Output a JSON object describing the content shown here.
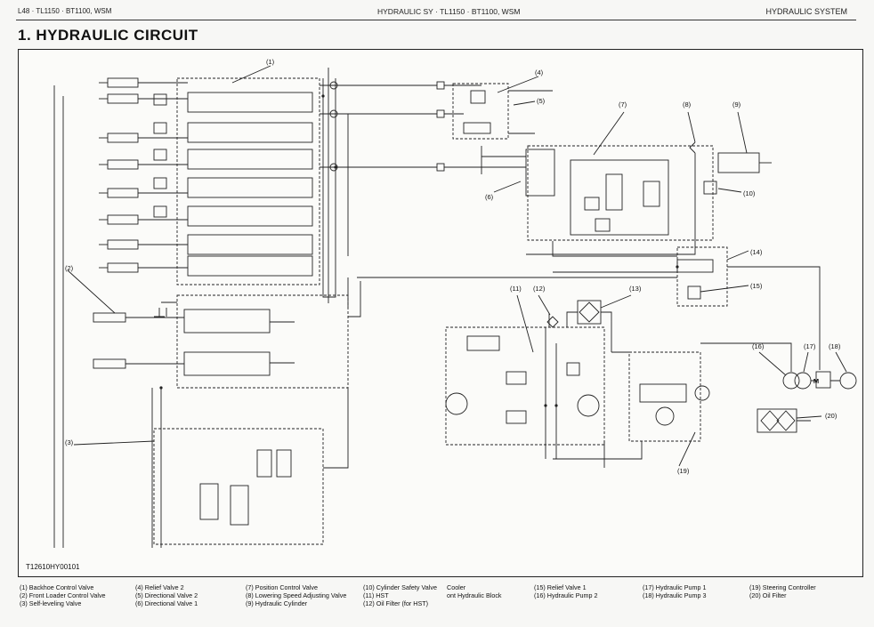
{
  "header": {
    "left": "L48 · TL1150 · BT1100, WSM",
    "center": "HYDRAULIC SY · TL1150 · BT1100, WSM",
    "right": "HYDRAULIC SYSTEM"
  },
  "section_title": "1. HYDRAULIC CIRCUIT",
  "diagram": {
    "figure_code": "T12610HY00101",
    "callouts": {
      "c1": "(1)",
      "c2": "(2)",
      "c3": "(3)",
      "c4": "(4)",
      "c5": "(5)",
      "c6": "(6)",
      "c7": "(7)",
      "c8": "(8)",
      "c9": "(9)",
      "c10": "(10)",
      "c11": "(11)",
      "c12": "(12)",
      "c13": "(13)",
      "c14": "(14)",
      "c15": "(15)",
      "c16": "(16)",
      "c17": "(17)",
      "c18": "(18)",
      "c19": "(19)",
      "c20": "(20)"
    },
    "motor_label": "M"
  },
  "legend": {
    "col1": [
      "(1) Backhoe Control Valve",
      "(2) Front Loader Control Valve",
      "(3) Self-leveling Valve"
    ],
    "col2": [
      "(4) Relief Valve 2",
      "(5) Directional Valve 2",
      "(6) Directional Valve 1"
    ],
    "col3": [
      "(7) Position Control Valve",
      "(8) Lowering Speed Adjusting Valve",
      "(9) Hydraulic Cylinder"
    ],
    "col4": [
      "(10) Cylinder Safety Valve",
      "(11) HST",
      "(12) Oil Filter (for HST)"
    ],
    "col5": [
      "Cooler",
      "ont Hydraulic Block"
    ],
    "col6": [
      "(15) Relief Valve 1",
      "(16) Hydraulic Pump 2"
    ],
    "col7": [
      "(17) Hydraulic Pump 1",
      "(18) Hydraulic Pump 3"
    ],
    "col8": [
      "(19) Steering Controller",
      "(20) Oil Filter"
    ]
  }
}
